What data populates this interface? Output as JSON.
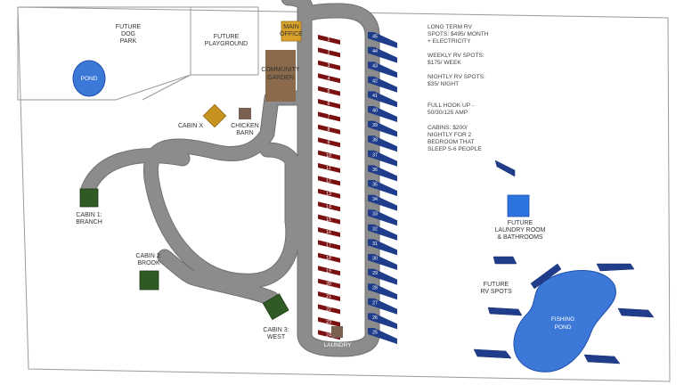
{
  "colors": {
    "road": "#8c8c8c",
    "road_edge": "#707070",
    "rv_red": "#7a1010",
    "rv_blue": "#1f3d8a",
    "water": "#3b78d8",
    "water_edge": "#1f4fa8",
    "cabin_green": "#2f5a24",
    "office": "#d9a22a",
    "cabin_x": "#c8921e",
    "garden": "#8a6a4a",
    "barn": "#7a6050",
    "laundry_bldg": "#7a6050",
    "future_laundry": "#2b74e0"
  },
  "areas": {
    "dog_park": "FUTURE DOG PARK",
    "playground": "FUTURE PLAYGROUND",
    "pond": "POND",
    "main_office": "MAIN OFFICE",
    "community_garden": "COMMUNITY GARDEN",
    "cabin_x": "CABIN X",
    "chicken_barn": "CHICKEN BARN",
    "cabin1": "CABIN 1: BRANCH",
    "cabin2": "CABIN 2: BROOK",
    "cabin3": "CABIN 3: WEST",
    "laundry": "LAUNDRY",
    "future_laundry": "FUTURE LAUNDRY ROOM & BATHROOMS",
    "future_rv": "FUTURE RV SPOTS",
    "fishing_pond": "FISHING POND"
  },
  "pricing": [
    "LONG TERM RV SPOTS: $495/ MONTH + ELECTRICITY",
    "WEEKLY RV SPOTS: $175/ WEEK",
    "NIGHTLY RV SPOTS: $35/ NIGHT",
    "FULL HOOK UP - 50/30/125 AMP",
    "CABINS: $200/ NIGHTLY FOR 2 BEDROOM THAT SLEEP 5-6 PEOPLE"
  ],
  "left_sites": [
    "1",
    "2",
    "3",
    "4",
    "5",
    "6",
    "7",
    "8",
    "9",
    "10",
    "11",
    "12",
    "13",
    "14",
    "15",
    "16",
    "17",
    "18",
    "19",
    "20",
    "21",
    "22",
    "23",
    "24"
  ],
  "right_sites": [
    "45",
    "44",
    "43",
    "42",
    "41",
    "40",
    "39",
    "38",
    "37",
    "36",
    "35",
    "34",
    "33",
    "32",
    "31",
    "30",
    "29",
    "28",
    "27",
    "26",
    "25"
  ]
}
